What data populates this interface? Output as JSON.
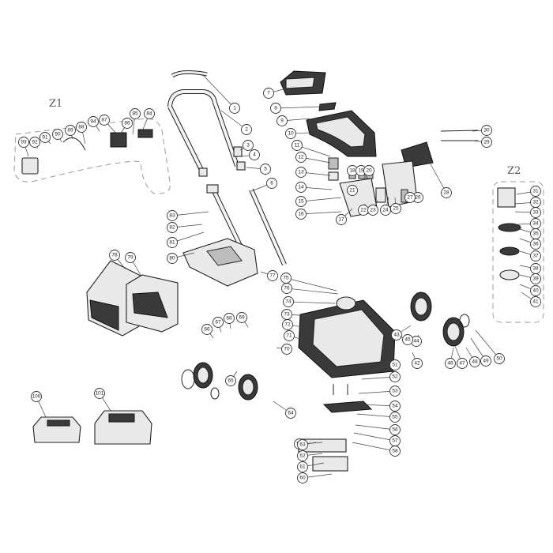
{
  "groups": [
    {
      "id": "z1",
      "label": "Z1"
    },
    {
      "id": "z2",
      "label": "Z2"
    }
  ],
  "callouts": [
    "1",
    "2",
    "3",
    "4",
    "5",
    "6",
    "7",
    "8",
    "9",
    "10",
    "11",
    "12",
    "13",
    "14",
    "15",
    "16",
    "17",
    "18",
    "19",
    "20",
    "21",
    "22",
    "23",
    "24",
    "25",
    "26",
    "27",
    "28",
    "29",
    "30",
    "31",
    "32",
    "33",
    "34",
    "35",
    "36",
    "37",
    "38",
    "39",
    "40",
    "41",
    "42",
    "43",
    "44",
    "45",
    "46",
    "47",
    "48",
    "49",
    "50",
    "51",
    "52",
    "53",
    "54",
    "55",
    "56",
    "57",
    "58",
    "59",
    "60",
    "61",
    "62",
    "63",
    "64",
    "65",
    "66",
    "67",
    "68",
    "69",
    "70",
    "71",
    "72",
    "73",
    "74",
    "75",
    "76",
    "77",
    "78",
    "79",
    "80",
    "81",
    "82",
    "83",
    "84",
    "85",
    "86",
    "87",
    "88",
    "89",
    "90",
    "91",
    "92",
    "93",
    "94",
    "100",
    "101"
  ]
}
